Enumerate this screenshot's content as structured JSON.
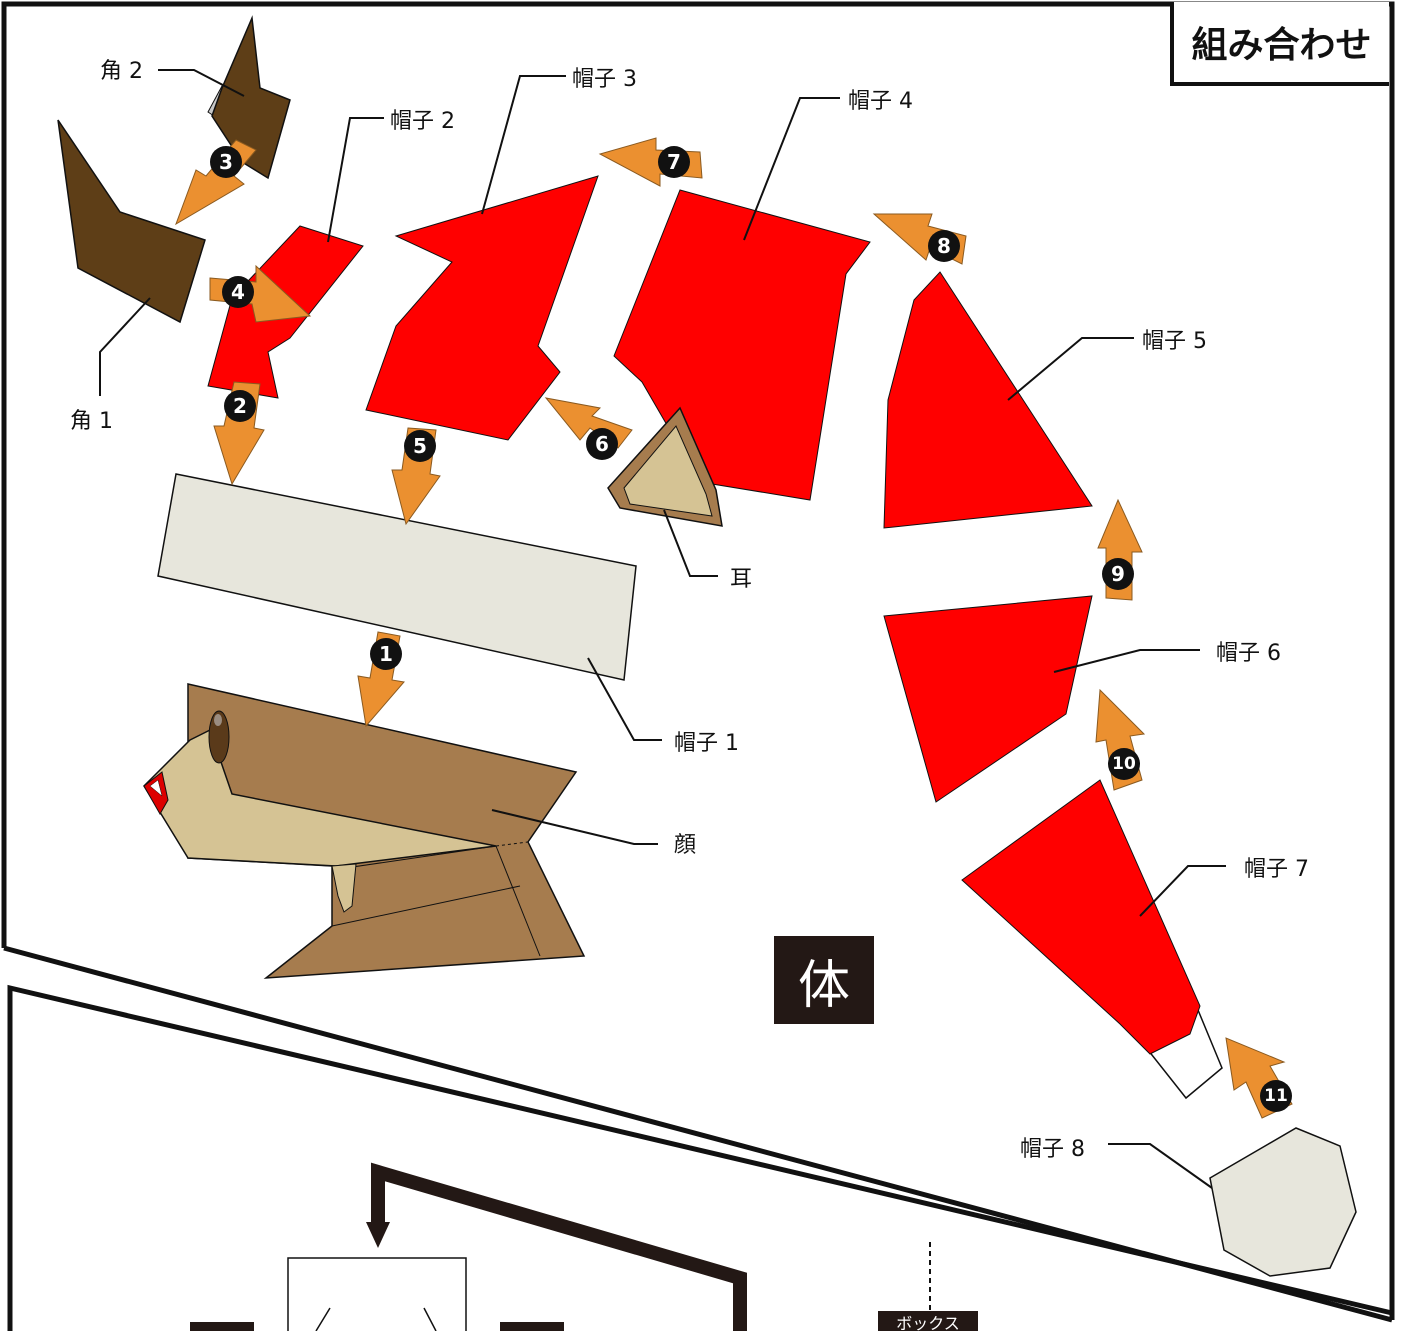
{
  "header": {
    "title": "組み合わせ"
  },
  "section_label": "体",
  "parts": {
    "horn_1": "角 1",
    "horn_2": "角 2",
    "hat_1": "帽子 1",
    "hat_2": "帽子 2",
    "hat_3": "帽子 3",
    "hat_4": "帽子 4",
    "hat_5": "帽子 5",
    "hat_6": "帽子 6",
    "hat_7": "帽子 7",
    "hat_8": "帽子 8",
    "ear": "耳",
    "face": "顔"
  },
  "steps": [
    "1",
    "2",
    "3",
    "4",
    "5",
    "6",
    "7",
    "8",
    "9",
    "10",
    "11"
  ],
  "bottom_tag": "ボックス",
  "colors": {
    "hat_red": "#ff0000",
    "horn_brown": "#5e3e17",
    "face_brown": "#a67c4e",
    "skin": "#d5c394",
    "cream": "#e7e6dc",
    "arrow_orange": "#eb9030",
    "frame": "#111111"
  }
}
